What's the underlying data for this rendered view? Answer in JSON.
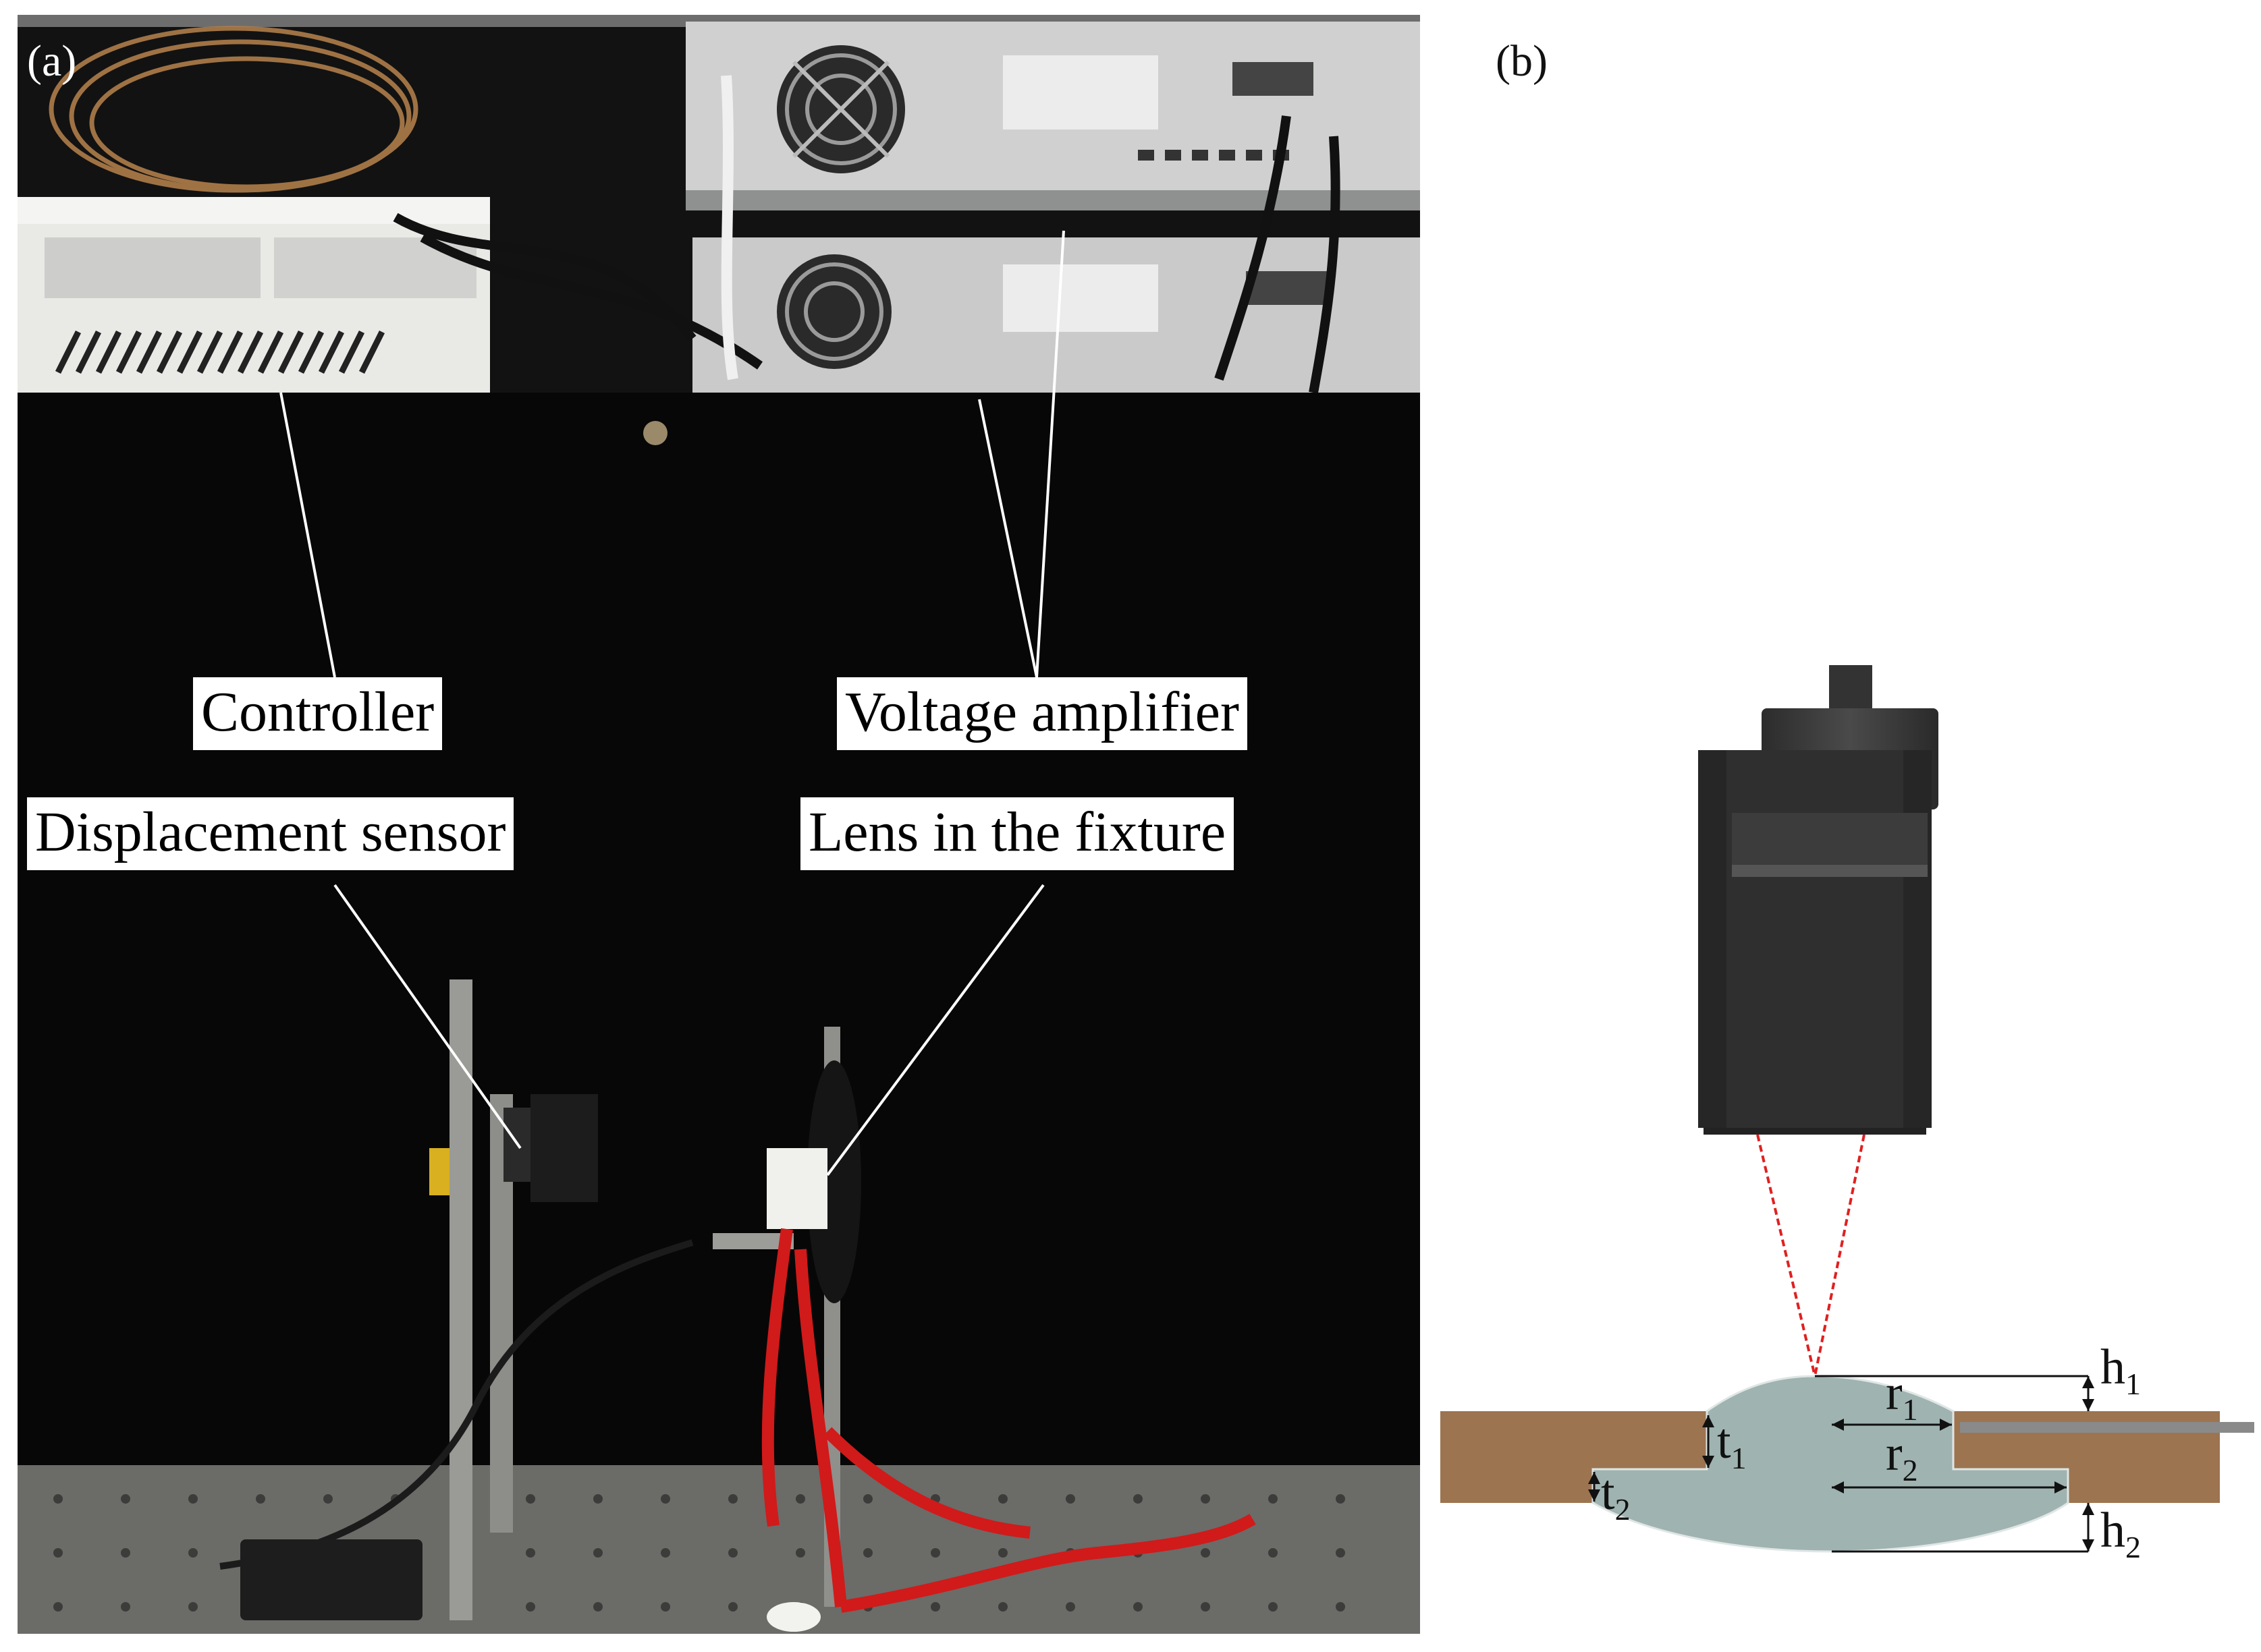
{
  "figure": {
    "panel_a": {
      "label": "(a)",
      "callouts": {
        "controller": "Controller",
        "voltage_amplifier": "Voltage amplifier",
        "displacement_sensor": "Displacement sensor",
        "lens_in_fixture": "Lens in the fixture"
      }
    },
    "panel_b": {
      "label": "(b)",
      "dimensions": {
        "h1": {
          "base": "h",
          "sub": "1"
        },
        "h2": {
          "base": "h",
          "sub": "2"
        },
        "r1": {
          "base": "r",
          "sub": "1"
        },
        "r2": {
          "base": "r",
          "sub": "2"
        },
        "t1": {
          "base": "t",
          "sub": "1"
        },
        "t2": {
          "base": "t",
          "sub": "2"
        }
      }
    }
  },
  "colors": {
    "fixture": "#9c7450",
    "lens": "#9fb3b0",
    "sensor_body": "#2f2f2f",
    "laser": "#e02020",
    "electrode": "#8a8a8a",
    "background_cloth": "#0a0a0a",
    "cable_red": "#d11a1a"
  }
}
